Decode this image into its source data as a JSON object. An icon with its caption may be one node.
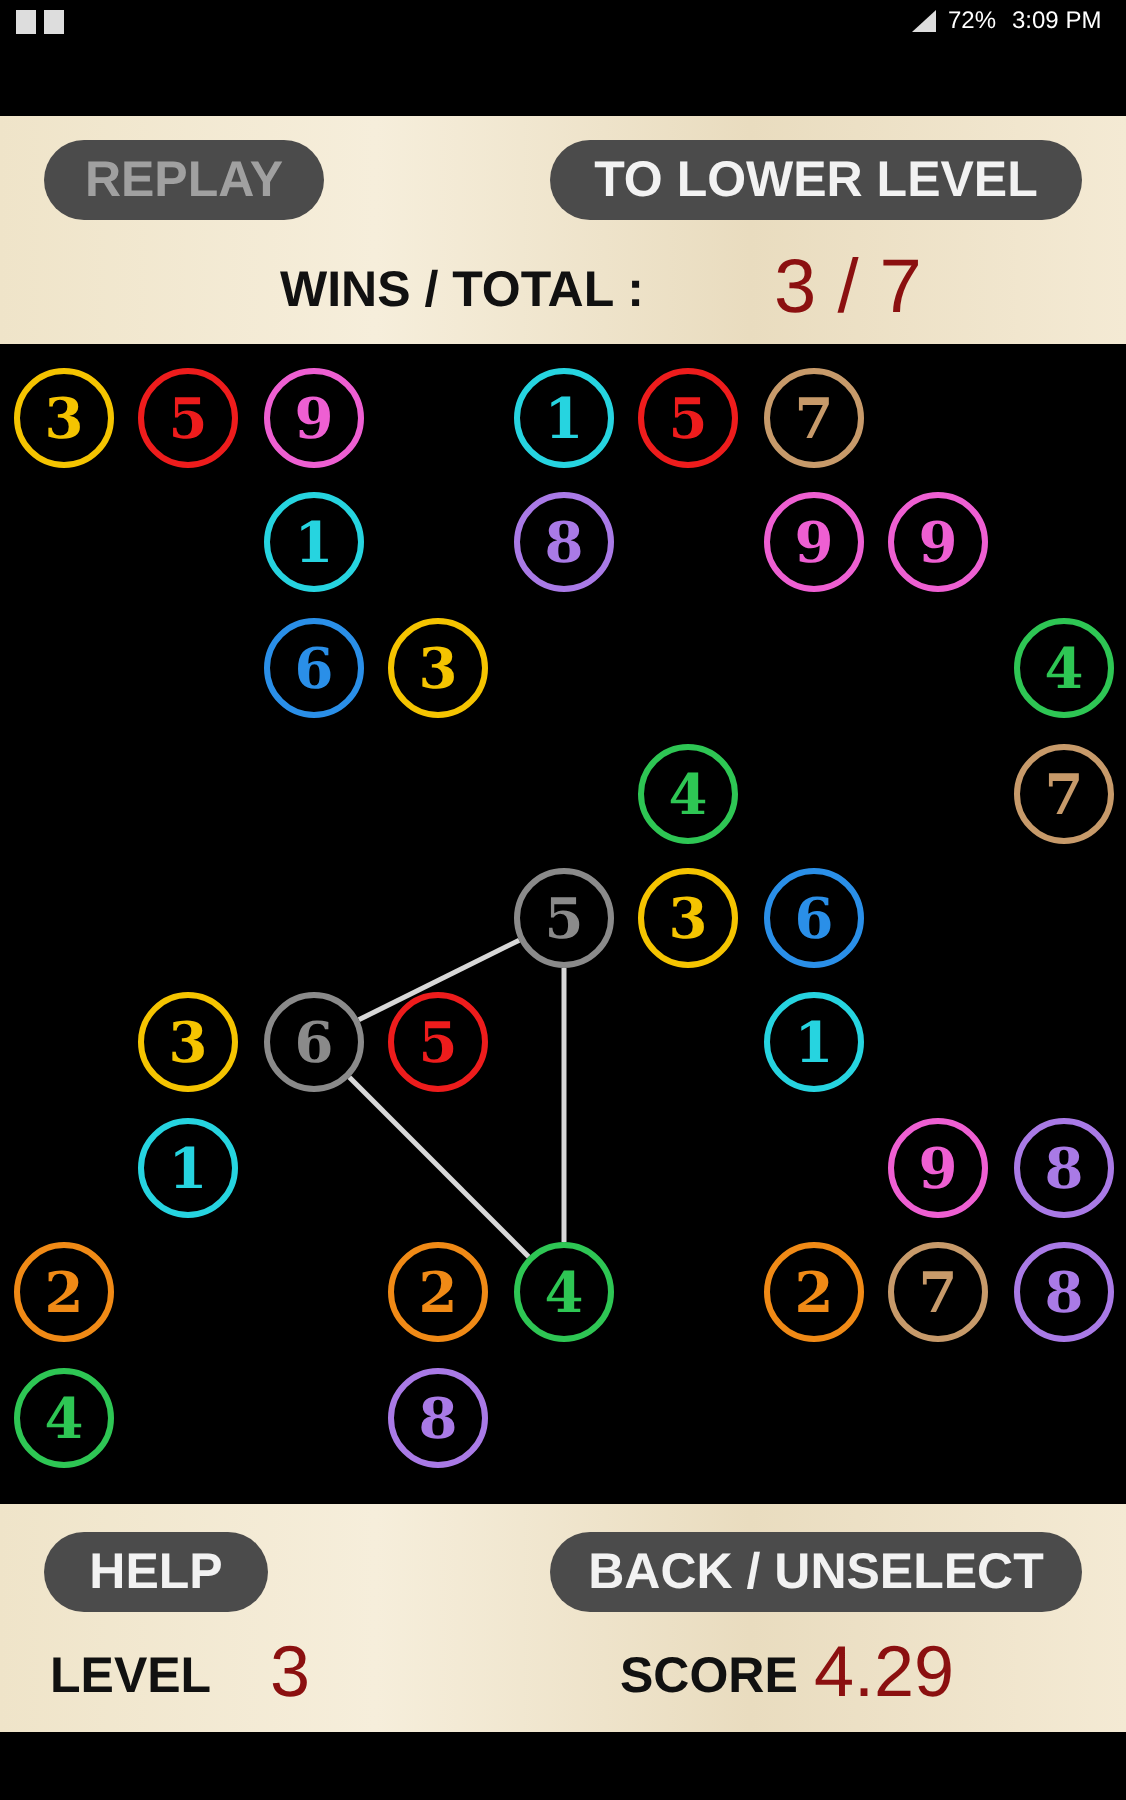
{
  "diagram": {
    "nodes": [
      {
        "text": [
          "REPLAY"
        ]
      },
      {
        "text": [
          "TO LOWER LEVEL"
        ]
      },
      {
        "text": [
          "3"
        ]
      },
      {
        "text": [
          "5"
        ]
      },
      {
        "text": [
          "9"
        ]
      },
      {
        "text": [
          "1"
        ]
      },
      {
        "text": [
          "5"
        ]
      },
      {
        "text": [
          "7"
        ]
      },
      {
        "text": [
          "1"
        ]
      },
      {
        "text": [
          "8"
        ]
      },
      {
        "text": [
          "9"
        ]
      },
      {
        "text": [
          "9"
        ]
      },
      {
        "text": [
          "6"
        ]
      },
      {
        "text": [
          "3"
        ]
      },
      {
        "text": [
          "4"
        ]
      },
      {
        "text": [
          "4"
        ]
      },
      {
        "text": [
          "7"
        ]
      },
      {
        "text": [
          "5"
        ]
      },
      {
        "text": [
          "3"
        ]
      },
      {
        "text": [
          "6"
        ]
      },
      {
        "text": [
          "3"
        ]
      },
      {
        "text": [
          "6"
        ]
      },
      {
        "text": [
          "5"
        ]
      },
      {
        "text": [
          "1"
        ]
      },
      {
        "text": [
          "1"
        ]
      },
      {
        "text": [
          "9"
        ]
      },
      {
        "text": [
          "8"
        ]
      },
      {
        "text": [
          "2"
        ]
      },
      {
        "text": [
          "2"
        ]
      },
      {
        "text": [
          "4"
        ]
      },
      {
        "text": [
          "2"
        ]
      },
      {
        "text": [
          "7"
        ]
      },
      {
        "text": [
          "8"
        ]
      },
      {
        "text": [
          "4"
        ]
      },
      {
        "text": [
          "8"
        ]
      },
      {
        "text": [
          "HELP"
        ]
      },
      {
        "text": [
          "BACK / UNSELECT"
        ]
      }
    ],
    "edges": [
      {
        "from": 21,
        "to": 17,
        "arrow": "none"
      },
      {
        "from": 21,
        "to": 29,
        "arrow": "none"
      },
      {
        "from": 17,
        "to": 29,
        "arrow": "none"
      }
    ],
    "labels": [
      "72%",
      "3:09 PM",
      "WINS / TOTAL :",
      "3 / 7",
      "LEVEL",
      "3",
      "SCORE",
      "4.29"
    ]
  }
}
